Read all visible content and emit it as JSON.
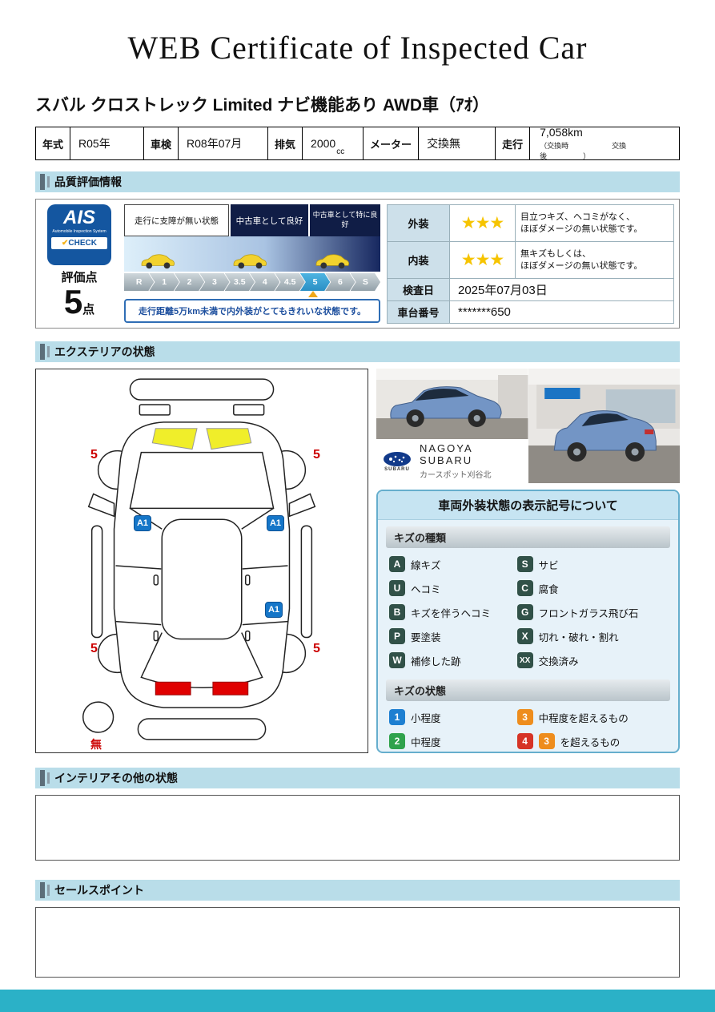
{
  "title": "WEB Certificate of Inspected Car",
  "car_title": "スバル クロストレック Limited ナビ機能あり AWD車（ｱｵ）",
  "spec": {
    "cells": [
      {
        "label": "年式",
        "value": "R05年"
      },
      {
        "label": "車検",
        "value": "R08年07月"
      },
      {
        "label": "排気",
        "value": "2000",
        "unit": "cc"
      },
      {
        "label": "メーター",
        "value": "交換無"
      },
      {
        "label": "走行",
        "value": "7,058km",
        "note": "（交換時　　　　　　交換後　　　　　）"
      }
    ]
  },
  "sections": {
    "quality": "品質評価情報",
    "exterior": "エクステリアの状態",
    "interior": "インテリアその他の状態",
    "sales": "セールスポイント"
  },
  "quality": {
    "ais": {
      "name": "AIS",
      "subtitle": "Automobile Inspection System",
      "check_mark": "✔",
      "check_label": "CHECK",
      "score_label": "評価点",
      "score": "5",
      "score_unit": "点"
    },
    "condition_boxes": [
      "走行に支障が無い状態",
      "中古車として良好",
      "中古車として特に良好"
    ],
    "scale": [
      "R",
      "1",
      "2",
      "3",
      "3.5",
      "4",
      "4.5",
      "5",
      "6",
      "S"
    ],
    "scale_selected": "5",
    "comment": "走行距離5万km未満で内外装がとてもきれいな状態です。",
    "ratings": [
      {
        "label": "外装",
        "stars": "★★★",
        "line1": "目立つキズ、ヘコミがなく、",
        "line2": "ほぼダメージの無い状態です。"
      },
      {
        "label": "内装",
        "stars": "★★★",
        "line1": "無キズもしくは、",
        "line2": "ほぼダメージの無い状態です。"
      }
    ],
    "inspection": {
      "label": "検査日",
      "value": "2025年07月03日"
    },
    "chassis": {
      "label": "車台番号",
      "value": "*******650"
    }
  },
  "exterior": {
    "diagram": {
      "tread_marks": [
        "5",
        "5",
        "5",
        "5"
      ],
      "spare_mark": "無",
      "panel_marks": [
        "A1",
        "A1",
        "A1"
      ]
    },
    "photos": {
      "logo_text": "SUBARU",
      "brand_line1": "NAGOYA SUBARU",
      "brand_line2": "カースポット刈谷北"
    },
    "legend": {
      "title": "車両外装状態の表示記号について",
      "type_header": "キズの種類",
      "types": [
        {
          "code": "A",
          "label": "線キズ"
        },
        {
          "code": "S",
          "label": "サビ"
        },
        {
          "code": "U",
          "label": "ヘコミ"
        },
        {
          "code": "C",
          "label": "腐食"
        },
        {
          "code": "B",
          "label": "キズを伴うヘコミ"
        },
        {
          "code": "G",
          "label": "フロントガラス飛び石"
        },
        {
          "code": "P",
          "label": "要塗装"
        },
        {
          "code": "X",
          "label": "切れ・破れ・割れ"
        },
        {
          "code": "W",
          "label": "補修した跡"
        },
        {
          "code": "XX",
          "label": "交換済み"
        }
      ],
      "state_header": "キズの状態",
      "states": [
        {
          "code": "1",
          "label": "小程度",
          "color": "#1d7fd1"
        },
        {
          "code": "3",
          "label": "中程度を超えるもの",
          "color": "#ee8d1d"
        },
        {
          "code": "2",
          "label": "中程度",
          "color": "#2fa24c"
        },
        {
          "code": "4",
          "label": "を超えるもの",
          "color": "#d63426",
          "extra_code": "3",
          "extra_color": "#ee8d1d"
        }
      ],
      "type_badge_color": "#315148"
    }
  },
  "colors": {
    "accent_teal": "#2bb1c7",
    "section_header_bg": "#b9dde9",
    "star_yellow": "#f6c400",
    "scale_selected_blue": "#3aa7da",
    "ais_blue": "#1456a0",
    "panel_mark_blue": "#1576c8",
    "tread_mark_red": "#cc0000"
  }
}
